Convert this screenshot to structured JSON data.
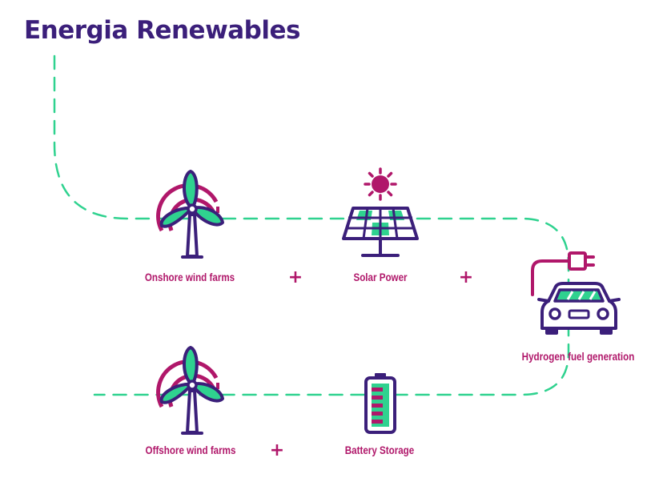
{
  "header": {
    "title": "Energia Renewables"
  },
  "nodes": [
    {
      "id": "onshore",
      "label": "Onshore wind farms",
      "icon": "wind-turbine-icon"
    },
    {
      "id": "solar",
      "label": "Solar Power",
      "icon": "solar-panel-icon"
    },
    {
      "id": "hydrogen",
      "label": "Hydrogen fuel generation",
      "icon": "electric-car-icon"
    },
    {
      "id": "offshore",
      "label": "Offshore wind farms",
      "icon": "wind-turbine-icon"
    },
    {
      "id": "battery",
      "label": "Battery Storage",
      "icon": "battery-icon"
    }
  ],
  "connectors": {
    "plus_symbol": "+"
  },
  "colors": {
    "title": "#3b1f7a",
    "outline": "#3b1f7a",
    "accent": "#b0176a",
    "path": "#2fd28f",
    "fill_green": "#2fd28f"
  }
}
